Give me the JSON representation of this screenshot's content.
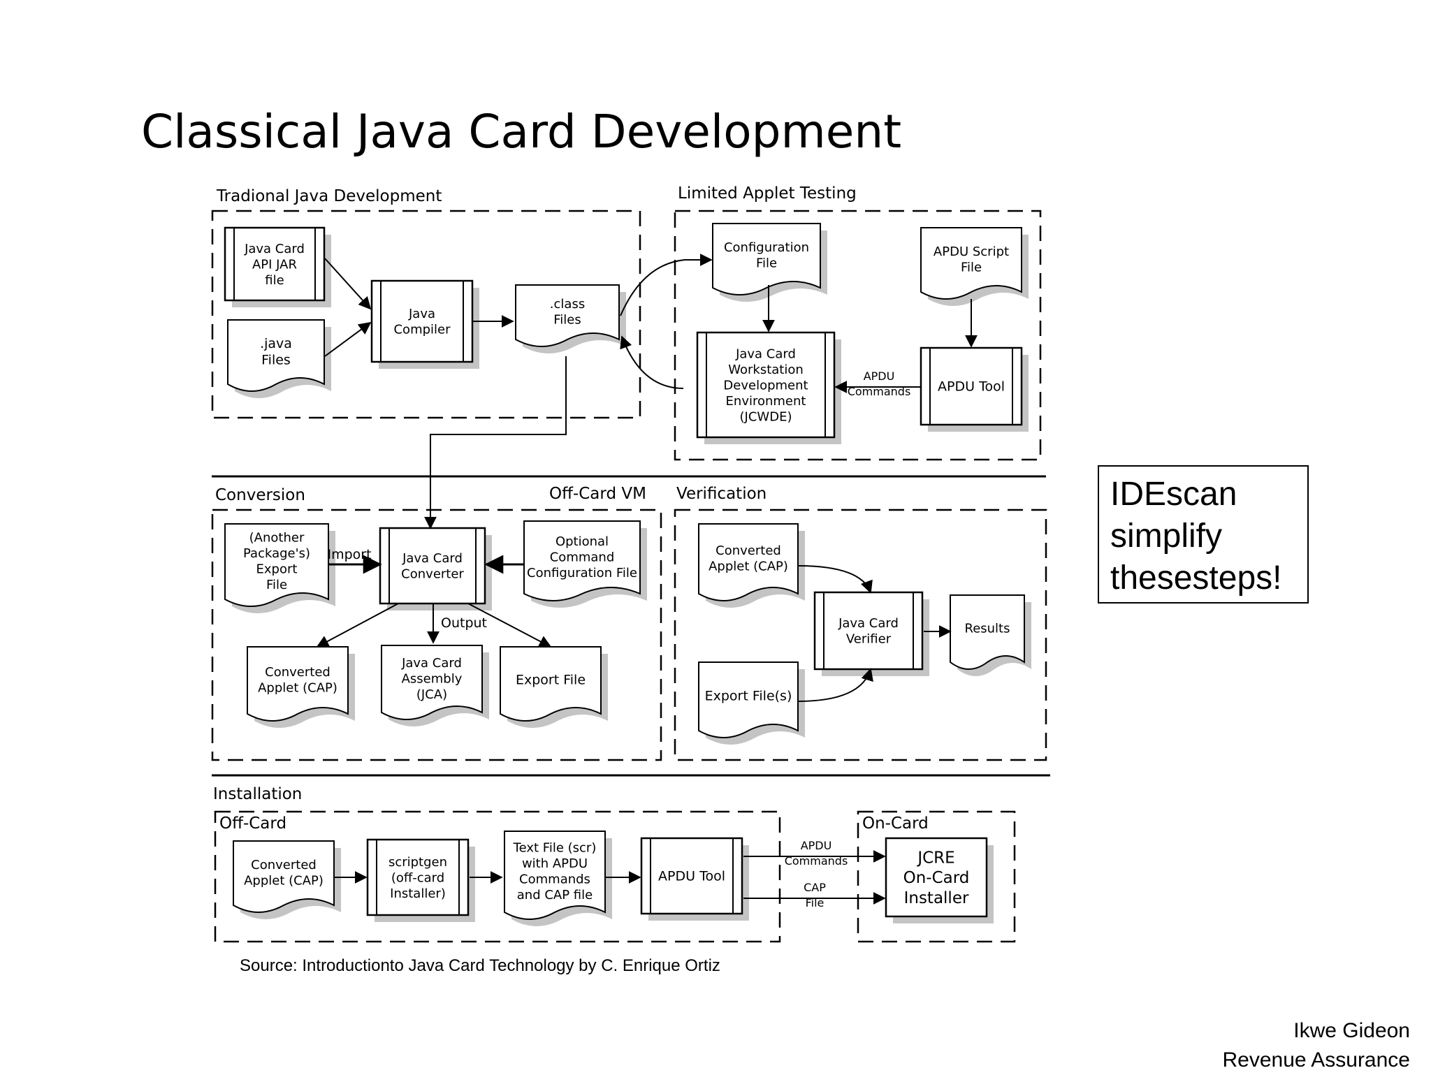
{
  "slide": {
    "title": "Classical Java Card Development",
    "callout": [
      "IDEscan",
      "simplify",
      "thesesteps!"
    ],
    "source": "Source: Introductionto Java Card Technology by C. Enrique Ortiz",
    "author": "Ikwe Gideon",
    "department": "Revenue Assurance"
  },
  "diagram": {
    "sections": {
      "traditional": "Tradional Java Development",
      "limited": "Limited Applet Testing",
      "conversion": "Conversion",
      "offcard_vm": "Off-Card VM",
      "verification": "Verification",
      "installation": "Installation",
      "off_card": "Off-Card",
      "on_card": "On-Card"
    },
    "nodes": {
      "api_jar": [
        "Java Card",
        "API JAR",
        "file"
      ],
      "java_files": [
        ".java",
        "Files"
      ],
      "compiler": [
        "Java",
        "Compiler"
      ],
      "class_files": [
        ".class",
        "Files"
      ],
      "config_file": [
        "Configuration",
        "File"
      ],
      "apdu_script": [
        "APDU Script",
        "File"
      ],
      "jcwde": [
        "Java Card",
        "Workstation",
        "Development",
        "Environment",
        "(JCWDE)"
      ],
      "apdu_tool_top": [
        "APDU Tool"
      ],
      "another_export": [
        "(Another",
        "Package's)",
        "Export",
        "File"
      ],
      "converter": [
        "Java Card",
        "Converter"
      ],
      "optional_config": [
        "Optional",
        "Command",
        "Configuration File"
      ],
      "converted_cap": [
        "Converted",
        "Applet (CAP)"
      ],
      "jca": [
        "Java Card",
        "Assembly",
        "(JCA)"
      ],
      "export_file": [
        "Export File"
      ],
      "ver_cap": [
        "Converted",
        "Applet (CAP)"
      ],
      "verifier": [
        "Java Card",
        "Verifier"
      ],
      "results": [
        "Results"
      ],
      "export_files": [
        "Export File(s)"
      ],
      "inst_cap": [
        "Converted",
        "Applet (CAP)"
      ],
      "scriptgen": [
        "scriptgen",
        "(off-card",
        "Installer)"
      ],
      "text_file": [
        "Text File (scr)",
        "with APDU",
        "Commands",
        "and CAP file"
      ],
      "apdu_tool_bottom": [
        "APDU Tool"
      ],
      "jcre": [
        "JCRE",
        "On-Card",
        "Installer"
      ]
    },
    "edge_labels": {
      "apdu_commands": [
        "APDU",
        "Commands"
      ],
      "import": "Import",
      "output": "Output",
      "apdu_commands2": [
        "APDU",
        "Commands"
      ],
      "cap_file": [
        "CAP",
        "File"
      ]
    }
  }
}
